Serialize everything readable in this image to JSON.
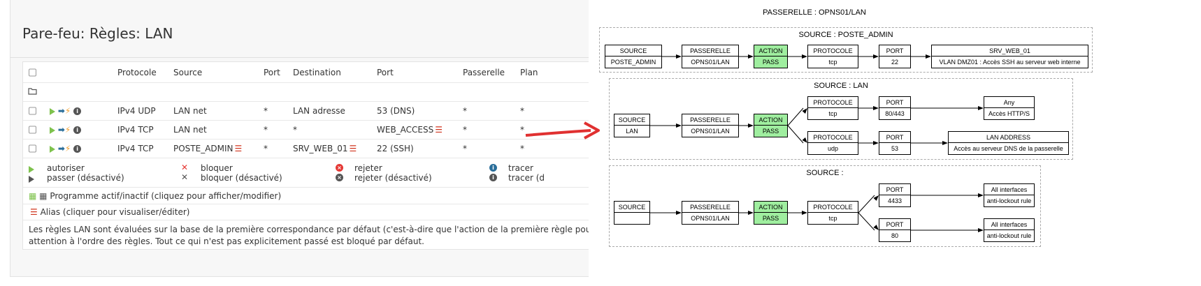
{
  "page_title": "Pare-feu: Règles: LAN",
  "columns": [
    "",
    "Protocole",
    "Source",
    "Port",
    "Destination",
    "Port",
    "Passerelle",
    "Plan"
  ],
  "rules": [
    {
      "protocol": "IPv4 UDP",
      "source": "LAN net",
      "source_alias": false,
      "src_port": "*",
      "destination": "LAN adresse",
      "dest_alias": false,
      "dest_port": "53 (DNS)",
      "port_alias": false,
      "gateway": "*",
      "schedule": "*"
    },
    {
      "protocol": "IPv4 TCP",
      "source": "LAN net",
      "source_alias": false,
      "src_port": "*",
      "destination": "*",
      "dest_alias": false,
      "dest_port": "WEB_ACCESS",
      "port_alias": true,
      "gateway": "*",
      "schedule": "*"
    },
    {
      "protocol": "IPv4 TCP",
      "source": "POSTE_ADMIN",
      "source_alias": true,
      "src_port": "*",
      "destination": "SRV_WEB_01",
      "dest_alias": true,
      "dest_port": "22 (SSH)",
      "port_alias": false,
      "gateway": "*",
      "schedule": "*"
    }
  ],
  "legend": {
    "pass": "autoriser",
    "pass_disabled": "passer (désactivé)",
    "block": "bloquer",
    "block_disabled": "bloquer (désactivé)",
    "reject": "rejeter",
    "reject_disabled": "rejeter (désactivé)",
    "log": "tracer",
    "log_disabled": "tracer (d"
  },
  "schedule_note": "Programme actif/inactif (cliquez pour afficher/modifier)",
  "alias_note": "Alias (cliquer pour visualiser/éditer)",
  "footer_text_1": "Les règles LAN sont évaluées sur la base de la première correspondance par défaut (c'est-à-dire que l'action de la première règle pour correspon",
  "footer_text_2": "attention à l'ordre des règles. Tout ce qui n'est pas explicitement passé est bloqué par défaut.",
  "colors": {
    "pass": "#7ec24d",
    "accent_red": "#d0341e",
    "action_node": "#9fee9f",
    "arrow": "#e03030"
  },
  "diagram": {
    "title": "PASSERELLE : OPNS01/LAN",
    "clusters": [
      {
        "title": "SOURCE : POSTE_ADMIN",
        "nodes": [
          [
            "SOURCE",
            "POSTE_ADMIN"
          ],
          [
            "PASSERELLE",
            "OPNS01/LAN"
          ],
          [
            "ACTION",
            "PASS"
          ],
          [
            "PROTOCOLE",
            "tcp"
          ],
          [
            "PORT",
            "22"
          ],
          [
            "SRV_WEB_01",
            "VLAN DMZ01 : Accès SSH au serveur web interne"
          ]
        ]
      },
      {
        "title": "SOURCE : LAN",
        "nodes": [
          [
            "SOURCE",
            "LAN"
          ],
          [
            "PASSERELLE",
            "OPNS01/LAN"
          ],
          [
            "ACTION",
            "PASS"
          ],
          [
            "PROTOCOLE",
            "tcp"
          ],
          [
            "PORT",
            "80/443"
          ],
          [
            "Any",
            "Accès HTTP/S"
          ],
          [
            "PROTOCOLE",
            "udp"
          ],
          [
            "PORT",
            "53"
          ],
          [
            "LAN ADDRESS",
            "Accès au serveur DNS de la passerelle"
          ]
        ]
      },
      {
        "title": "SOURCE : ",
        "nodes": [
          [
            "SOURCE",
            ""
          ],
          [
            "PASSERELLE",
            "OPNS01/LAN"
          ],
          [
            "ACTION",
            "PASS"
          ],
          [
            "PROTOCOLE",
            "tcp"
          ],
          [
            "PORT",
            "4433"
          ],
          [
            "All interfaces",
            "anti-lockout rule"
          ],
          [
            "PORT",
            "80"
          ],
          [
            "All interfaces",
            "anti-lockout rule"
          ]
        ]
      }
    ]
  }
}
